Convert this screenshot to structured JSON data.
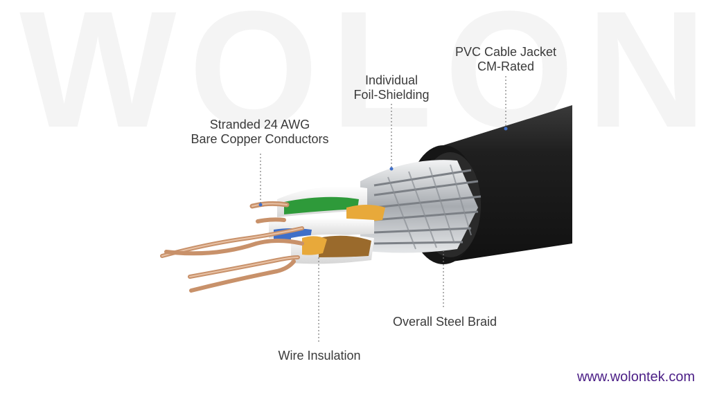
{
  "watermark": {
    "text": "WOLON"
  },
  "labels": {
    "jacket": {
      "line1": "PVC Cable Jacket",
      "line2": "CM-Rated"
    },
    "foil": {
      "line1": "Individual",
      "line2": "Foil-Shielding"
    },
    "conductors": {
      "line1": "Stranded 24 AWG",
      "line2": "Bare Copper Conductors"
    },
    "braid": {
      "line1": "Overall Steel Braid"
    },
    "insulation": {
      "line1": "Wire Insulation"
    }
  },
  "footer": {
    "url": "www.wolontek.com"
  },
  "colors": {
    "jacket": "#1c1c1c",
    "copper": "#c8916a",
    "green": "#2e9a3a",
    "orange": "#e8a93a",
    "brown": "#9a6a2c",
    "blue": "#3f6fc8",
    "foil": "#b9bcc0",
    "url": "#4b1e86",
    "label": "#3a3a3a",
    "leader_dot": "#3f6fc8"
  },
  "icons": [
    "cable-cross-section-illustration"
  ]
}
